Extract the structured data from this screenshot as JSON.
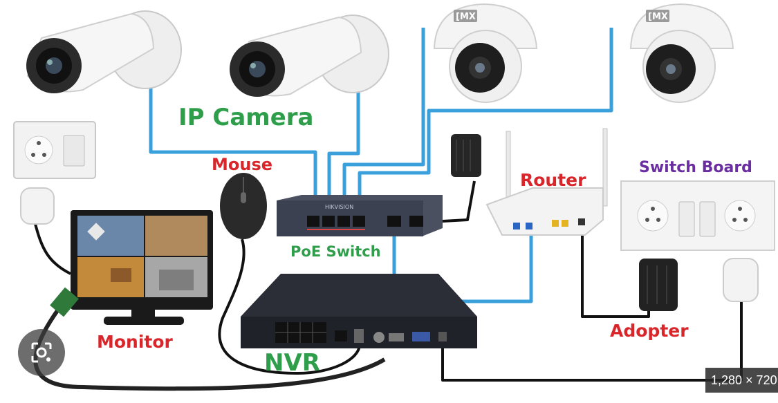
{
  "labels": {
    "ip_camera": "IP Camera",
    "mouse": "Mouse",
    "router": "Router",
    "switch_board": "Switch Board",
    "poe_switch": "PoE Switch",
    "monitor": "Monitor",
    "nvr": "NVR",
    "adopter": "Adopter"
  },
  "device_text": {
    "dome_brand": "[MX",
    "switch_brand": "HIKVISION"
  },
  "overlay": {
    "image_dimensions": "1,280 × 720",
    "lens_icon": "google-lens-icon"
  },
  "colors": {
    "ethernet_cable": "#3aa0dc",
    "power_cable": "#111111",
    "green_label": "#2e9e4a",
    "red_label": "#d8262b",
    "purple_label": "#6a2ea0"
  }
}
